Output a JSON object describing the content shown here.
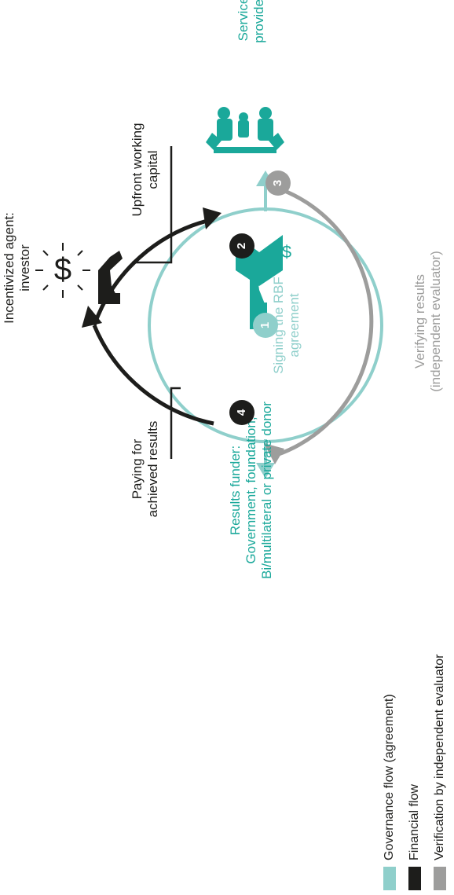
{
  "diagram": {
    "center_step": {
      "number": "1",
      "label_line1": "Signing the RBF",
      "label_line2": "agreement"
    },
    "steps": [
      {
        "number": "2",
        "label_line1": "Upfront working",
        "label_line2": "capital"
      },
      {
        "number": "3",
        "label_line1": "Verifying results",
        "label_line2": "(independent evaluator)"
      },
      {
        "number": "4",
        "label_line1": "Paying for",
        "label_line2": "achieved results"
      }
    ],
    "actors": {
      "investor": {
        "line1": "Incentivized agent:",
        "line2": "investor"
      },
      "service_provider": {
        "line1": "Service",
        "line2": "provider"
      },
      "funder": {
        "line1": "Results funder:",
        "line2": "Government, foundation,",
        "line3": "Bi/multilateral or private donor"
      }
    }
  },
  "legend": [
    {
      "label": "Governance flow (agreement)",
      "color": "#8fcfcb"
    },
    {
      "label": "Financial flow",
      "color": "#1d1d1b"
    },
    {
      "label": "Verification by independent evaluator",
      "color": "#9d9d9c"
    }
  ],
  "colors": {
    "teal": "#1aa89a",
    "governance": "#8fcfcb",
    "financial": "#1d1d1b",
    "verification": "#9d9d9c"
  },
  "icons": [
    "dollar-icon",
    "hand-icon",
    "people-icon",
    "results-funder-icon"
  ]
}
